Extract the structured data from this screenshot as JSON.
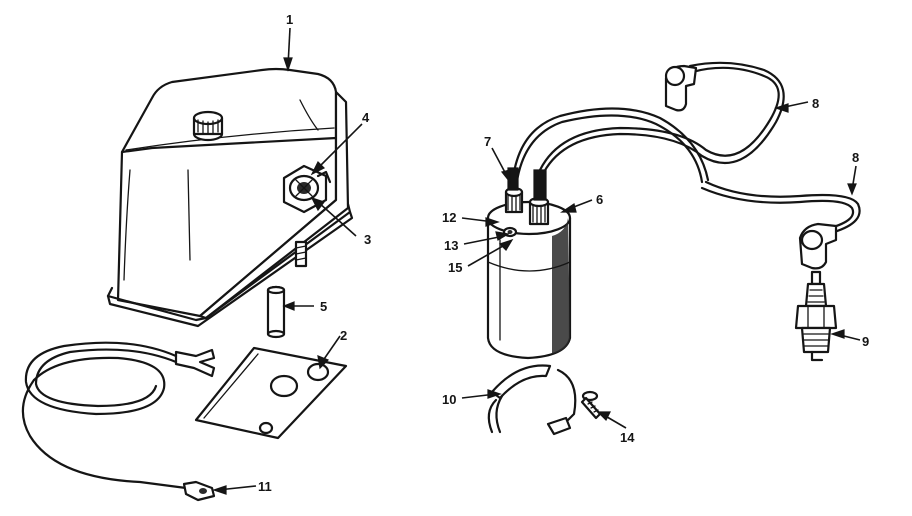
{
  "callouts": [
    {
      "id": "c1",
      "text": "1"
    },
    {
      "id": "c2",
      "text": "2"
    },
    {
      "id": "c3",
      "text": "3"
    },
    {
      "id": "c4",
      "text": "4"
    },
    {
      "id": "c5",
      "text": "5"
    },
    {
      "id": "c6",
      "text": "6"
    },
    {
      "id": "c7",
      "text": "7"
    },
    {
      "id": "c8a",
      "text": "8"
    },
    {
      "id": "c8b",
      "text": "8"
    },
    {
      "id": "c9",
      "text": "9"
    },
    {
      "id": "c10",
      "text": "10"
    },
    {
      "id": "c11",
      "text": "11"
    },
    {
      "id": "c12",
      "text": "12"
    },
    {
      "id": "c13",
      "text": "13"
    },
    {
      "id": "c14",
      "text": "14"
    },
    {
      "id": "c15",
      "text": "15"
    }
  ]
}
